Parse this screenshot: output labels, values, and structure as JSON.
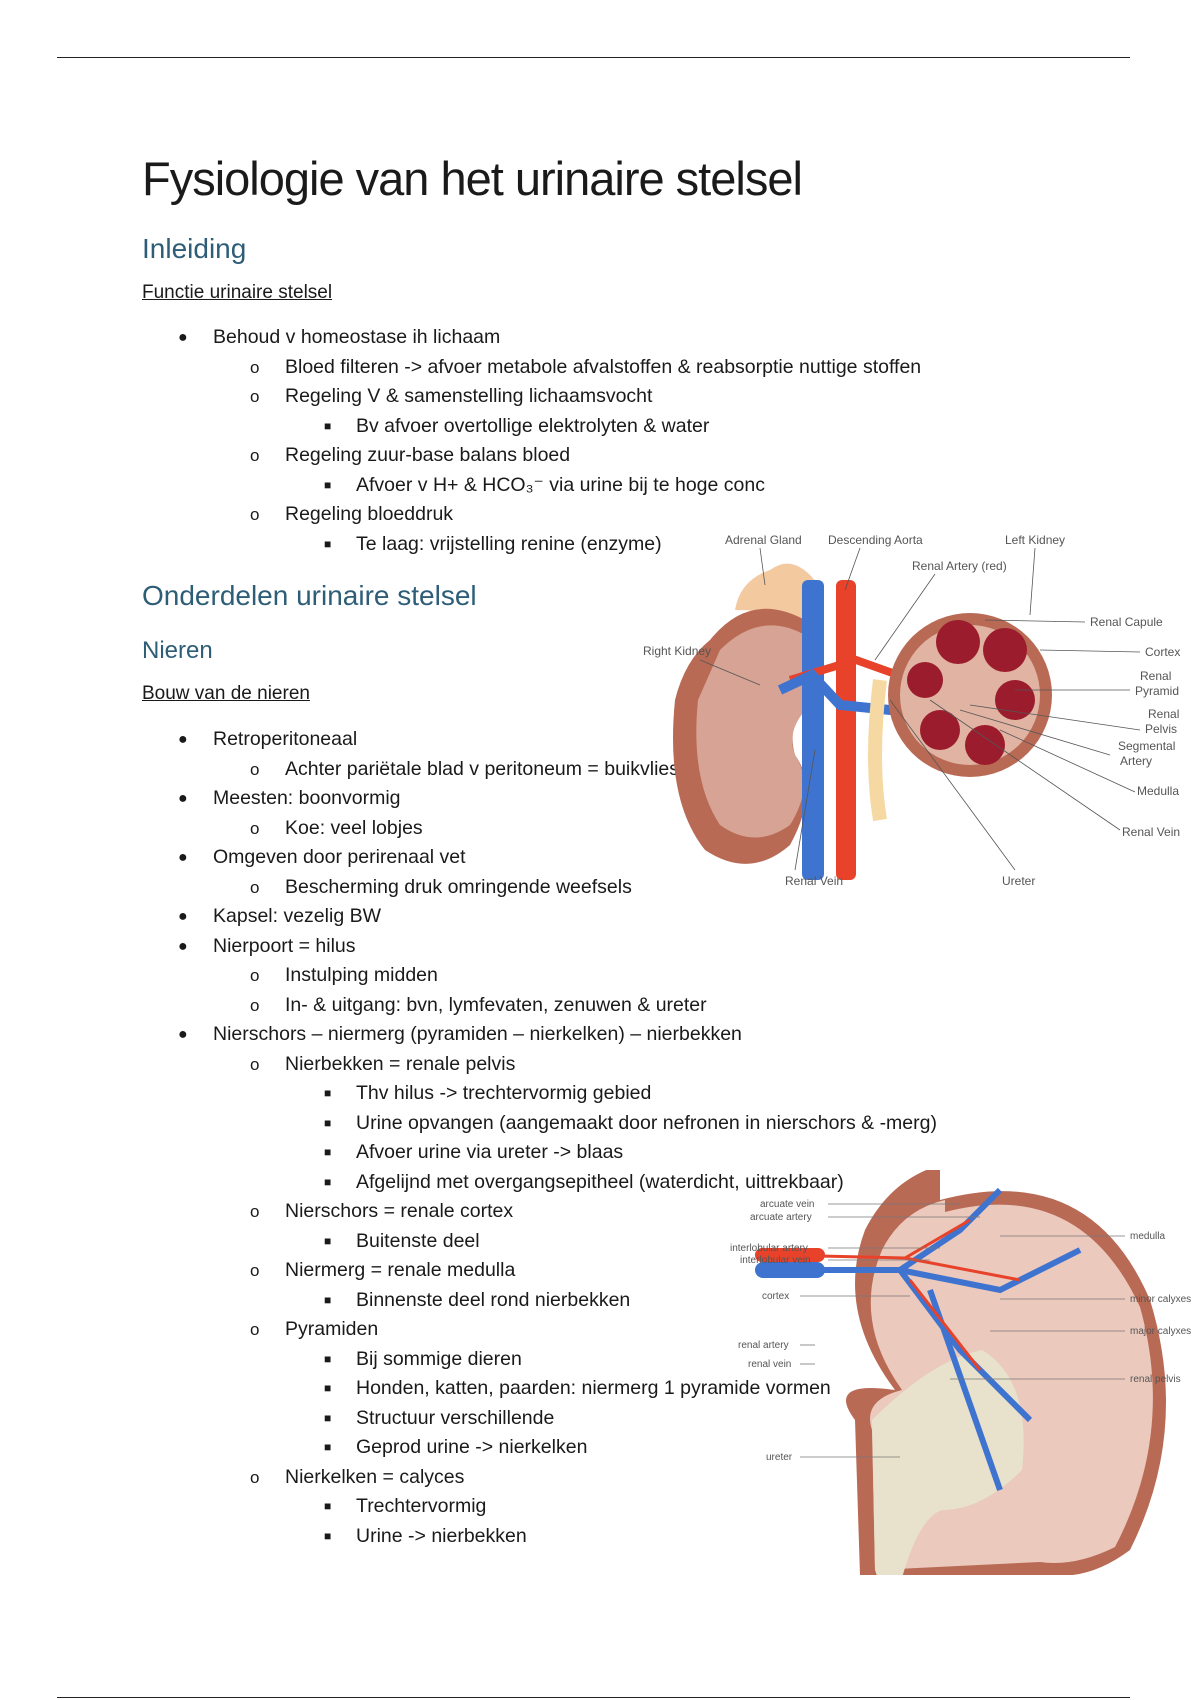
{
  "title": "Fysiologie van het urinaire stelsel",
  "intro": {
    "heading": "Inleiding",
    "subheading": "Functie urinaire stelsel",
    "items": [
      {
        "level": 1,
        "text": "Behoud v homeostase ih lichaam"
      },
      {
        "level": 2,
        "text": "Bloed filteren -> afvoer metabole afvalstoffen & reabsorptie nuttige stoffen"
      },
      {
        "level": 2,
        "text": "Regeling V & samenstelling lichaamsvocht"
      },
      {
        "level": 3,
        "text": "Bv afvoer overtollige elektrolyten & water"
      },
      {
        "level": 2,
        "text": "Regeling zuur-base balans bloed"
      },
      {
        "level": 3,
        "text": "Afvoer v H+ & HCO₃⁻ via urine bij te hoge conc"
      },
      {
        "level": 2,
        "text": "Regeling bloeddruk"
      },
      {
        "level": 3,
        "text": "Te laag: vrijstelling renine (enzyme)"
      }
    ]
  },
  "parts": {
    "heading": "Onderdelen urinaire stelsel",
    "subheading": "Nieren",
    "subsubheading": "Bouw van de nieren",
    "items": [
      {
        "level": 1,
        "text": "Retroperitoneaal"
      },
      {
        "level": 2,
        "text": "Achter pariëtale blad v peritoneum = buikvlies"
      },
      {
        "level": 1,
        "text": "Meesten: boonvormig"
      },
      {
        "level": 2,
        "text": "Koe: veel lobjes"
      },
      {
        "level": 1,
        "text": "Omgeven door perirenaal vet"
      },
      {
        "level": 2,
        "text": "Bescherming druk omringende weefsels"
      },
      {
        "level": 1,
        "text": "Kapsel: vezelig BW"
      },
      {
        "level": 1,
        "text": "Nierpoort = hilus"
      },
      {
        "level": 2,
        "text": "Instulping midden"
      },
      {
        "level": 2,
        "text": "In- & uitgang: bvn, lymfevaten, zenuwen & ureter"
      },
      {
        "level": 1,
        "text": "Nierschors – niermerg (pyramiden – nierkelken) – nierbekken"
      },
      {
        "level": 2,
        "text": "Nierbekken = renale pelvis"
      },
      {
        "level": 3,
        "text": "Thv hilus -> trechtervormig gebied"
      },
      {
        "level": 3,
        "text": "Urine opvangen (aangemaakt door nefronen in nierschors & -merg)"
      },
      {
        "level": 3,
        "text": "Afvoer urine via ureter -> blaas"
      },
      {
        "level": 3,
        "text": "Afgelijnd met overgangsepitheel (waterdicht, uittrekbaar)"
      },
      {
        "level": 2,
        "text": "Nierschors = renale cortex"
      },
      {
        "level": 3,
        "text": "Buitenste deel"
      },
      {
        "level": 2,
        "text": "Niermerg = renale medulla"
      },
      {
        "level": 3,
        "text": "Binnenste deel rond nierbekken"
      },
      {
        "level": 2,
        "text": "Pyramiden"
      },
      {
        "level": 3,
        "text": "Bij sommige dieren"
      },
      {
        "level": 3,
        "text": "Honden, katten, paarden: niermerg 1 pyramide vormen"
      },
      {
        "level": 3,
        "text": "Structuur verschillende"
      },
      {
        "level": 3,
        "text": "Geprod urine -> nierkelken"
      },
      {
        "level": 2,
        "text": "Nierkelken = calyces"
      },
      {
        "level": 3,
        "text": "Trechtervormig"
      },
      {
        "level": 3,
        "text": "Urine -> nierbekken"
      }
    ]
  },
  "diagram1": {
    "labels": {
      "adrenal": "Adrenal Gland",
      "aorta": "Descending Aorta",
      "left_kidney": "Left Kidney",
      "renal_artery": "Renal Artery (red)",
      "right_kidney": "Right Kidney",
      "capsule": "Renal Capule",
      "cortex": "Cortex",
      "pyramid1": "Renal",
      "pyramid2": "Pyramid",
      "pelvis1": "Renal",
      "pelvis2": "Pelvis",
      "seg1": "Segmental",
      "seg2": "Artery",
      "medulla": "Medulla",
      "renal_vein_r": "Renal Vein",
      "renal_vein_l": "Renal Vein",
      "ureter": "Ureter"
    }
  },
  "diagram2": {
    "labels": {
      "arcuate_vein": "arcuate vein",
      "arcuate_artery": "arcuate artery",
      "interlobular_artery": "interlobular artery",
      "interlobular_vein": "interlobular vein",
      "cortex": "cortex",
      "renal_artery": "renal artery",
      "renal_vein": "renal vein",
      "ureter": "ureter",
      "medulla": "medulla",
      "minor": "minor calyxes",
      "major": "major calyxes",
      "pelvis": "renal pelvis"
    }
  },
  "markers": {
    "1": "●",
    "2": "o",
    "3": "■"
  }
}
